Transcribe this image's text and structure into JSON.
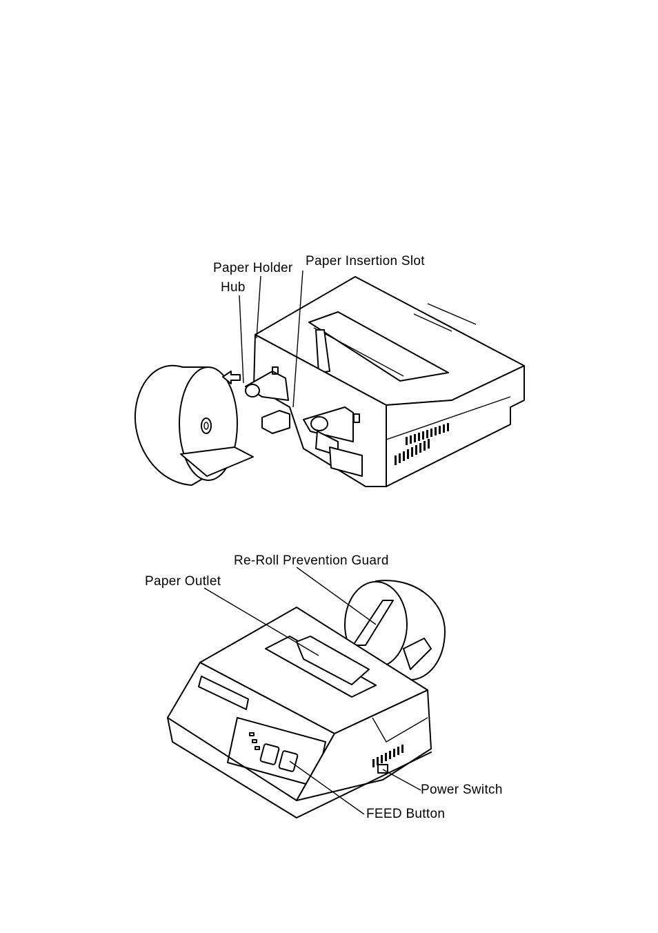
{
  "figure_top": {
    "labels": {
      "paper_holder": "Paper Holder",
      "hub": "Hub",
      "paper_insertion_slot": "Paper Insertion Slot"
    }
  },
  "figure_bottom": {
    "labels": {
      "re_roll_prevention_guard": "Re-Roll Prevention Guard",
      "paper_outlet": "Paper Outlet",
      "power_switch": "Power Switch",
      "feed_button": "FEED Button"
    }
  }
}
